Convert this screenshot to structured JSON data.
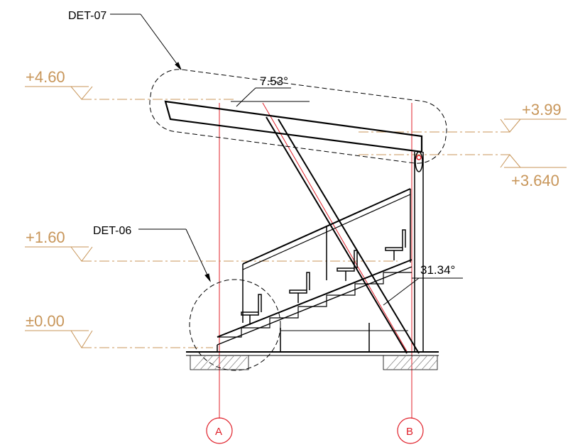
{
  "drawing": {
    "colors": {
      "elevation": "#c8965a",
      "axis": "#e0202a",
      "line": "#000000",
      "hatch": "#888888"
    },
    "levels": [
      {
        "id": "level-top",
        "label": "+4.60"
      },
      {
        "id": "level-mid",
        "label": "+1.60"
      },
      {
        "id": "level-ground",
        "label": "±0.00"
      },
      {
        "id": "level-right-upper",
        "label": "+3.99"
      },
      {
        "id": "level-right-lower",
        "label": "+3.640"
      }
    ],
    "details": [
      {
        "id": "det-07",
        "label": "DET-07"
      },
      {
        "id": "det-06",
        "label": "DET-06"
      }
    ],
    "angles": [
      {
        "id": "roof-angle",
        "label": "7.53°"
      },
      {
        "id": "strut-angle",
        "label": "31.34°"
      }
    ],
    "axes": [
      {
        "id": "axis-a",
        "label": "A"
      },
      {
        "id": "axis-b",
        "label": "B"
      }
    ]
  }
}
